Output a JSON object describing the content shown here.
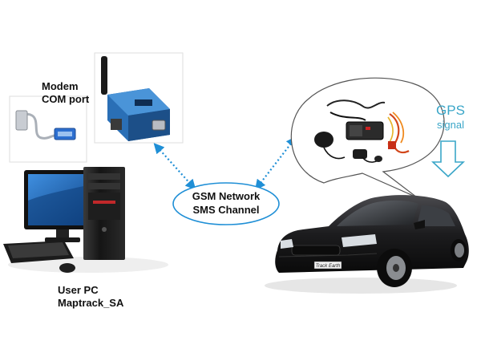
{
  "labels": {
    "modem_line1": "Modem",
    "modem_line2": "COM port",
    "pc_line1": "User PC",
    "pc_line2": "Maptrack_SA",
    "gsm_line1": "GSM Network",
    "gsm_line2": "SMS Channel",
    "gps_line1": "GPS",
    "gps_line2": "signal",
    "car_plate": "Track Earth"
  },
  "colors": {
    "arrow_dotted": "#1f8fd6",
    "gps_text": "#3aa6c8",
    "car_body": "#1c1c1e",
    "monitor_screen": "#1b66b8"
  },
  "icons": {
    "modem": "gsm-modem-icon",
    "cable": "serial-cable-icon",
    "pc": "desktop-pc-icon",
    "car": "car-icon",
    "tracker": "gps-tracker-kit-icon",
    "gps_arrow": "down-arrow-icon"
  }
}
